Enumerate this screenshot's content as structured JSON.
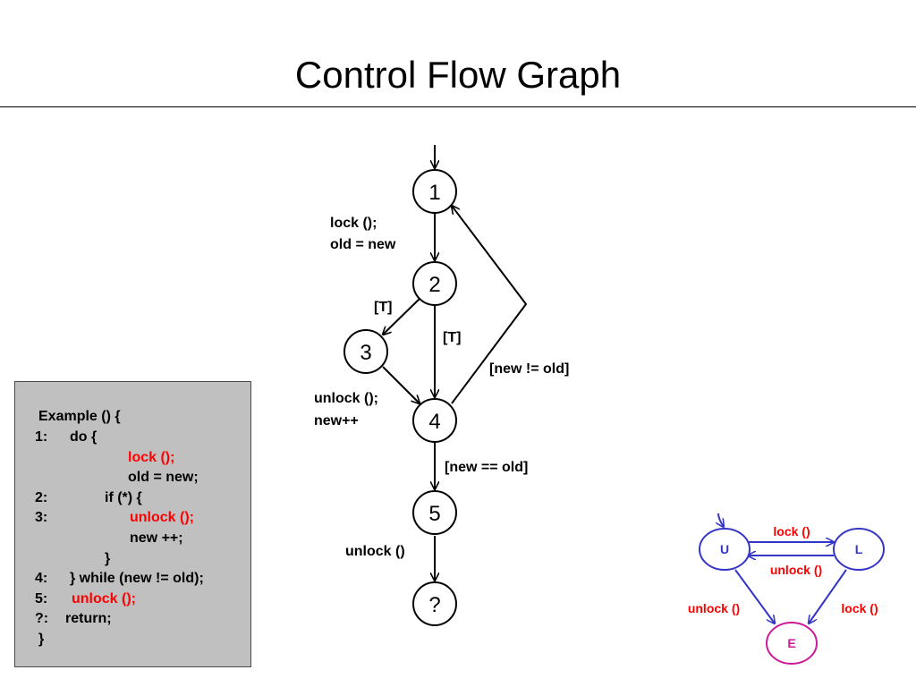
{
  "title": "Control Flow Graph",
  "cfg": {
    "nodes": [
      "1",
      "2",
      "3",
      "4",
      "5",
      "?"
    ],
    "edge_labels": {
      "e_1_2": "lock ();\nold = new",
      "e_2_3": "[T]",
      "e_2_4": "[T]",
      "e_3_4": "unlock ();\nnew++",
      "e_4_1": "[new != old]",
      "e_4_5": "[new == old]",
      "e_5_q": "unlock ()"
    }
  },
  "code": {
    "lines": [
      {
        "num": "",
        "text": "Example () {",
        "red": false
      },
      {
        "num": "1:",
        "text": "do {",
        "red": false
      },
      {
        "num": "",
        "text": "lock ();",
        "red": true
      },
      {
        "num": "",
        "text": "old = new;",
        "red": false
      },
      {
        "num": "2:",
        "text": "if (*) {",
        "red": false
      },
      {
        "num": "3:",
        "text": "unlock ();",
        "red": true
      },
      {
        "num": "",
        "text": "new ++;",
        "red": false
      },
      {
        "num": "",
        "text": "}",
        "red": false
      },
      {
        "num": "4:",
        "text": "} while (new != old);",
        "red": false
      },
      {
        "num": "5:",
        "text": "unlock ();",
        "red": true
      },
      {
        "num": "?:",
        "text": "return;",
        "red": false
      },
      {
        "num": "",
        "text": "}",
        "red": false
      }
    ]
  },
  "automaton": {
    "states": [
      "U",
      "L",
      "E"
    ],
    "transitions": {
      "u_to_l": "lock ()",
      "l_to_u": "unlock ()",
      "u_to_e": "unlock ()",
      "l_to_e": "lock ()"
    },
    "colors": {
      "state": "#3535c8",
      "error": "#cc1a99",
      "label": "#ff0000"
    }
  }
}
